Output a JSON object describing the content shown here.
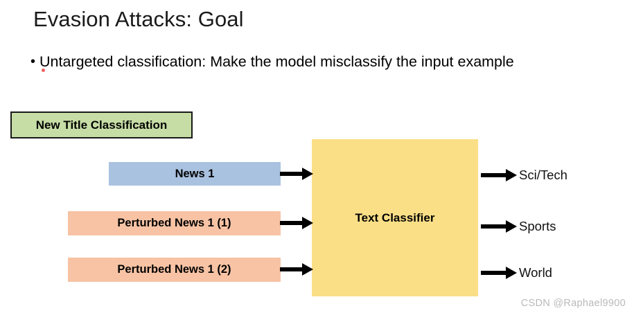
{
  "slide": {
    "title": "Evasion Attacks: Goal",
    "bullet": {
      "marker": "•",
      "text": "Untargeted classification: Make the model misclassify the input example"
    },
    "watermark": "CSDN @Raphael9900"
  },
  "diagram": {
    "legend_label": "New Title Classification",
    "inputs": [
      {
        "label": "News 1",
        "color": "#a9c2e0"
      },
      {
        "label": "Perturbed News 1 (1)",
        "color": "#f7c3a4"
      },
      {
        "label": "Perturbed News 1 (2)",
        "color": "#f7c3a4"
      }
    ],
    "model": {
      "label": "Text Classifier",
      "color": "#fbdf87"
    },
    "outputs": [
      {
        "label": "Sci/Tech"
      },
      {
        "label": "Sports"
      },
      {
        "label": "World"
      }
    ],
    "colors": {
      "legend_fill": "#c6dda6",
      "legend_border": "#1a1a1a",
      "input_blue": "#a9c2e0",
      "input_orange": "#f7c3a4",
      "model_yellow": "#fbdf87",
      "arrow": "#000000",
      "spell_dot": "#f06060"
    }
  }
}
